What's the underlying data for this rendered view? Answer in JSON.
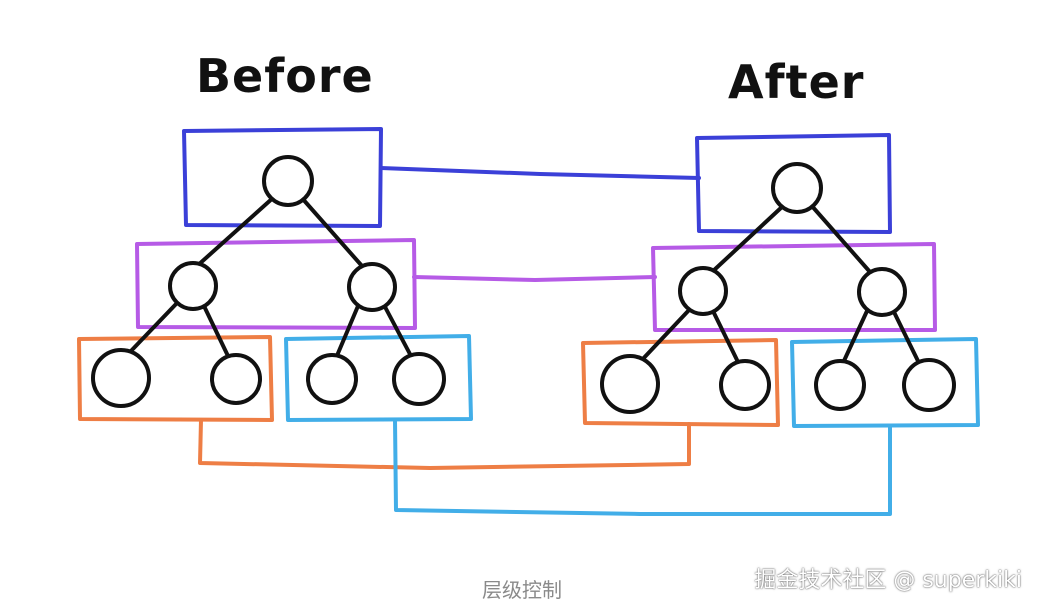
{
  "titles": {
    "before": "Before",
    "after": "After"
  },
  "caption": "层级控制",
  "watermark": "掘金技术社区 @ superkiki",
  "colors": {
    "level_1": "#3b40d8",
    "level_2": "#b65be6",
    "level_3_left": "#ee7e45",
    "level_3_right": "#42aee8",
    "node_stroke": "#111111",
    "edge": "#111111"
  }
}
